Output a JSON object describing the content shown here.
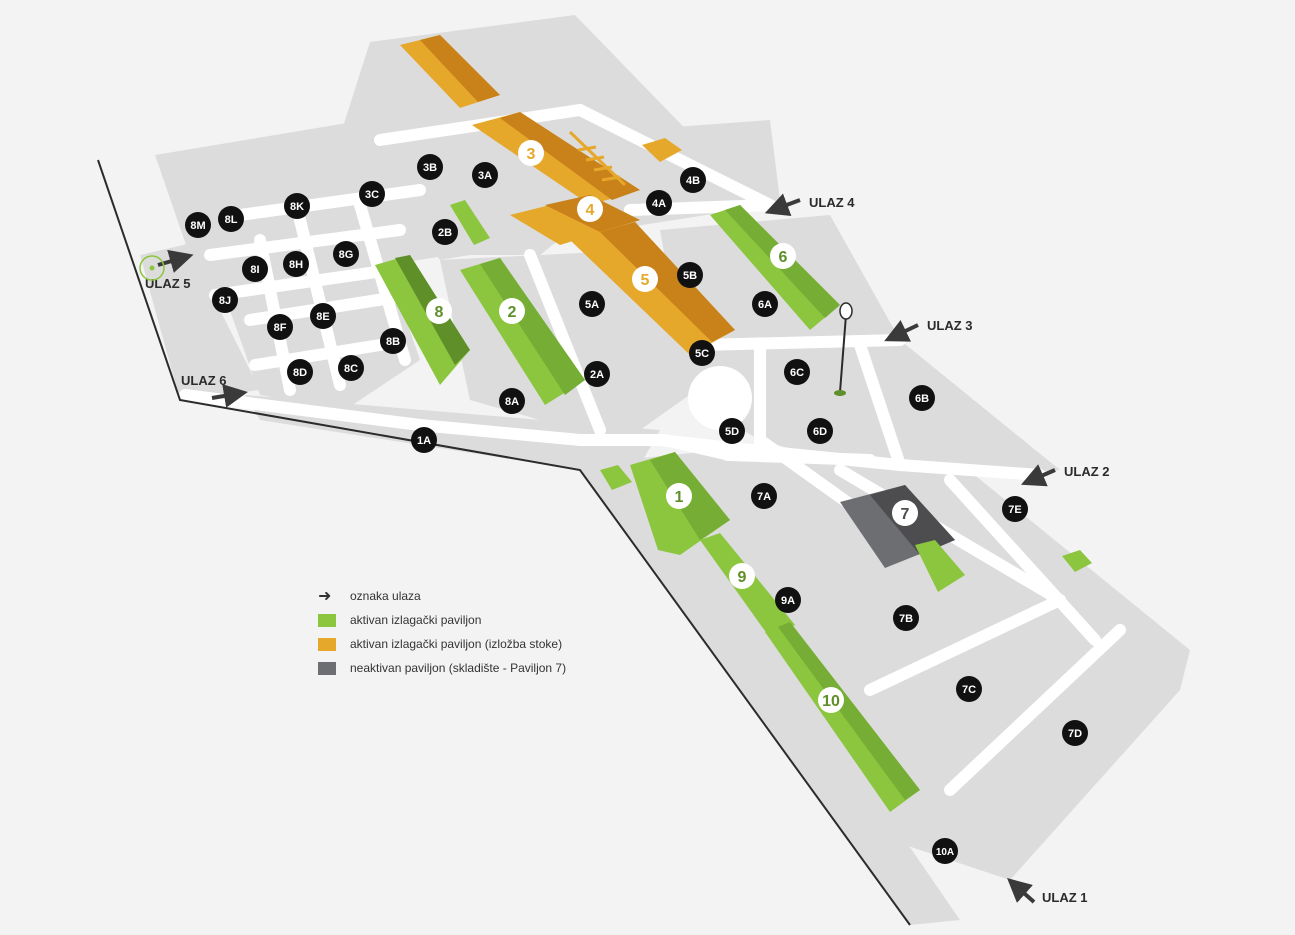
{
  "colors": {
    "background": "#f3f3f4",
    "ground": "#dcdcdd",
    "path": "#ffffff",
    "active_pavilion": "#8cc63f",
    "active_pavilion_dark": "#5e8f28",
    "livestock_pavilion": "#e6a82a",
    "livestock_pavilion_dark": "#c9811a",
    "inactive_pavilion": "#6d6e71",
    "inactive_pavilion_dark": "#4d4d4f",
    "zone_marker": "#111111",
    "entrance_arrow": "#3a3a3a"
  },
  "entrances": [
    "ULAZ 1",
    "ULAZ 2",
    "ULAZ 3",
    "ULAZ 4",
    "ULAZ 5",
    "ULAZ 6"
  ],
  "pavilions": [
    {
      "label": "1",
      "status": "active"
    },
    {
      "label": "2",
      "status": "active"
    },
    {
      "label": "3",
      "status": "livestock"
    },
    {
      "label": "4",
      "status": "livestock"
    },
    {
      "label": "5",
      "status": "livestock"
    },
    {
      "label": "6",
      "status": "active"
    },
    {
      "label": "7",
      "status": "inactive"
    },
    {
      "label": "8",
      "status": "active"
    },
    {
      "label": "9",
      "status": "active"
    },
    {
      "label": "10",
      "status": "active"
    }
  ],
  "zones": [
    "1A",
    "2A",
    "2B",
    "3A",
    "3B",
    "3C",
    "4A",
    "4B",
    "5A",
    "5B",
    "5C",
    "5D",
    "6A",
    "6B",
    "6C",
    "6D",
    "7A",
    "7B",
    "7C",
    "7D",
    "7E",
    "8A",
    "8B",
    "8C",
    "8D",
    "8E",
    "8F",
    "8G",
    "8H",
    "8I",
    "8J",
    "8K",
    "8L",
    "8M",
    "9A",
    "10A"
  ],
  "legend": {
    "entrance": "oznaka ulaza",
    "active": "aktivan izlagački paviljon",
    "livestock": "aktivan izlagački paviljon (izložba stoke)",
    "inactive": "neaktivan paviljon (skladište - Paviljon 7)"
  }
}
